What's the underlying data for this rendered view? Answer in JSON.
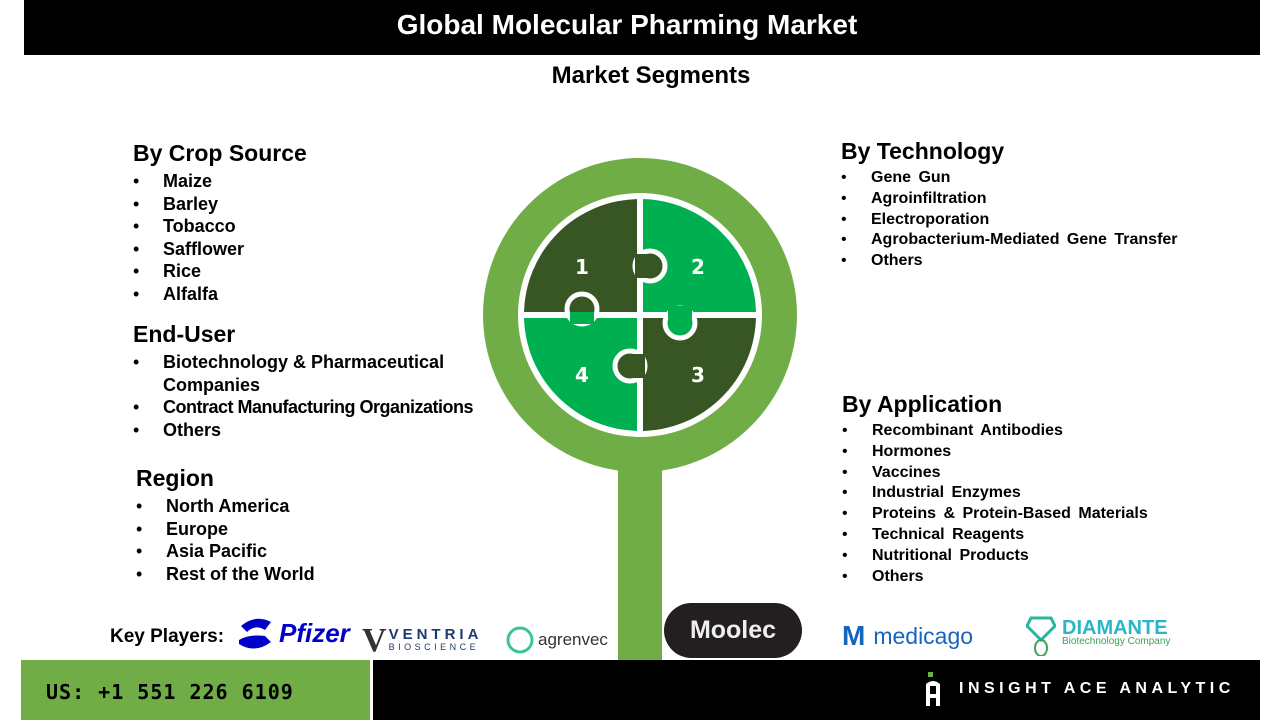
{
  "header": {
    "title": "Global Molecular Pharming Market",
    "subtitle": "Market Segments"
  },
  "segments": {
    "crop_source": {
      "title": "By Crop Source",
      "items": [
        "Maize",
        "Barley",
        "Tobacco",
        "Safflower",
        "Rice",
        "Alfalfa"
      ]
    },
    "end_user": {
      "title": "End-User",
      "items": [
        "Biotechnology & Pharmaceutical Companies",
        "Contract Manufacturing Organizations",
        "Others"
      ]
    },
    "region": {
      "title": "Region",
      "items": [
        "North America",
        "Europe",
        "Asia Pacific",
        "Rest of the World"
      ]
    },
    "technology": {
      "title": "By Technology",
      "items": [
        "Gene Gun",
        "Agroinfiltration",
        "Electroporation",
        "Agrobacterium-Mediated Gene Transfer",
        "Others"
      ]
    },
    "application": {
      "title": "By Application",
      "items": [
        "Recombinant Antibodies",
        "Hormones",
        "Vaccines",
        "Industrial Enzymes",
        "Proteins & Protein-Based Materials",
        "Technical Reagents",
        "Nutritional Products",
        "Others"
      ]
    }
  },
  "puzzle": {
    "pieces": [
      "1",
      "2",
      "3",
      "4"
    ],
    "colors": {
      "ring": "#70ad47",
      "dark": "#375623",
      "bright": "#00b050"
    }
  },
  "key_players": {
    "label": "Key Players:",
    "logos": [
      "Pfizer",
      "VENTRIA",
      "BIOSCIENCE",
      "agrenvec",
      "Moolec",
      "medicago",
      "DIAMANTE",
      "Biotechnology Company"
    ]
  },
  "footer": {
    "phone": "US: +1 551 226 6109",
    "brand": "INSIGHT ACE ANALYTIC"
  }
}
